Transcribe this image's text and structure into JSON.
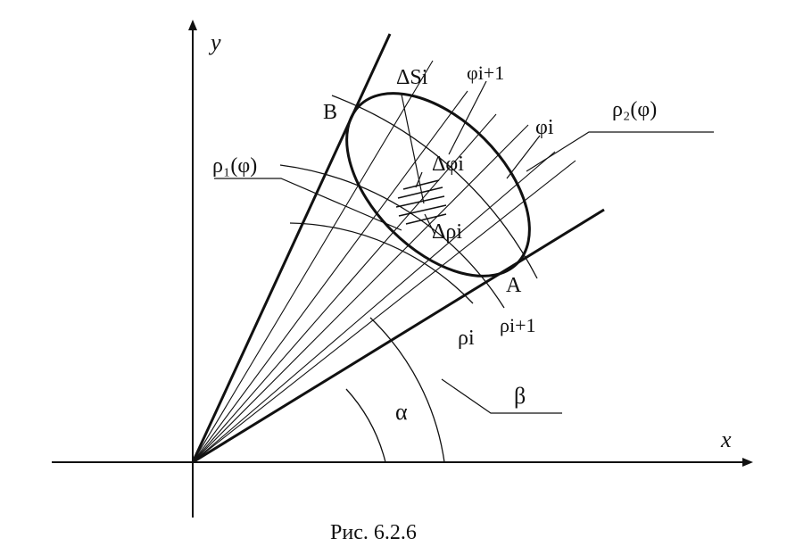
{
  "diagram": {
    "axis_x_label": "x",
    "axis_y_label": "y",
    "point_a": "A",
    "point_b": "B",
    "angle_alpha": "α",
    "angle_beta": "β",
    "label_rho1": "ρ₁(φ)",
    "label_rho2": "ρ₂(φ)",
    "label_rho_i": "ρi",
    "label_rho_i1": "ρi+1",
    "label_phi_i": "φi",
    "label_phi_i1": "φi+1",
    "label_delta_s": "ΔSi",
    "label_delta_phi": "Δφi",
    "label_delta_rho": "Δρi"
  },
  "caption": "Рис. 6.2.6"
}
